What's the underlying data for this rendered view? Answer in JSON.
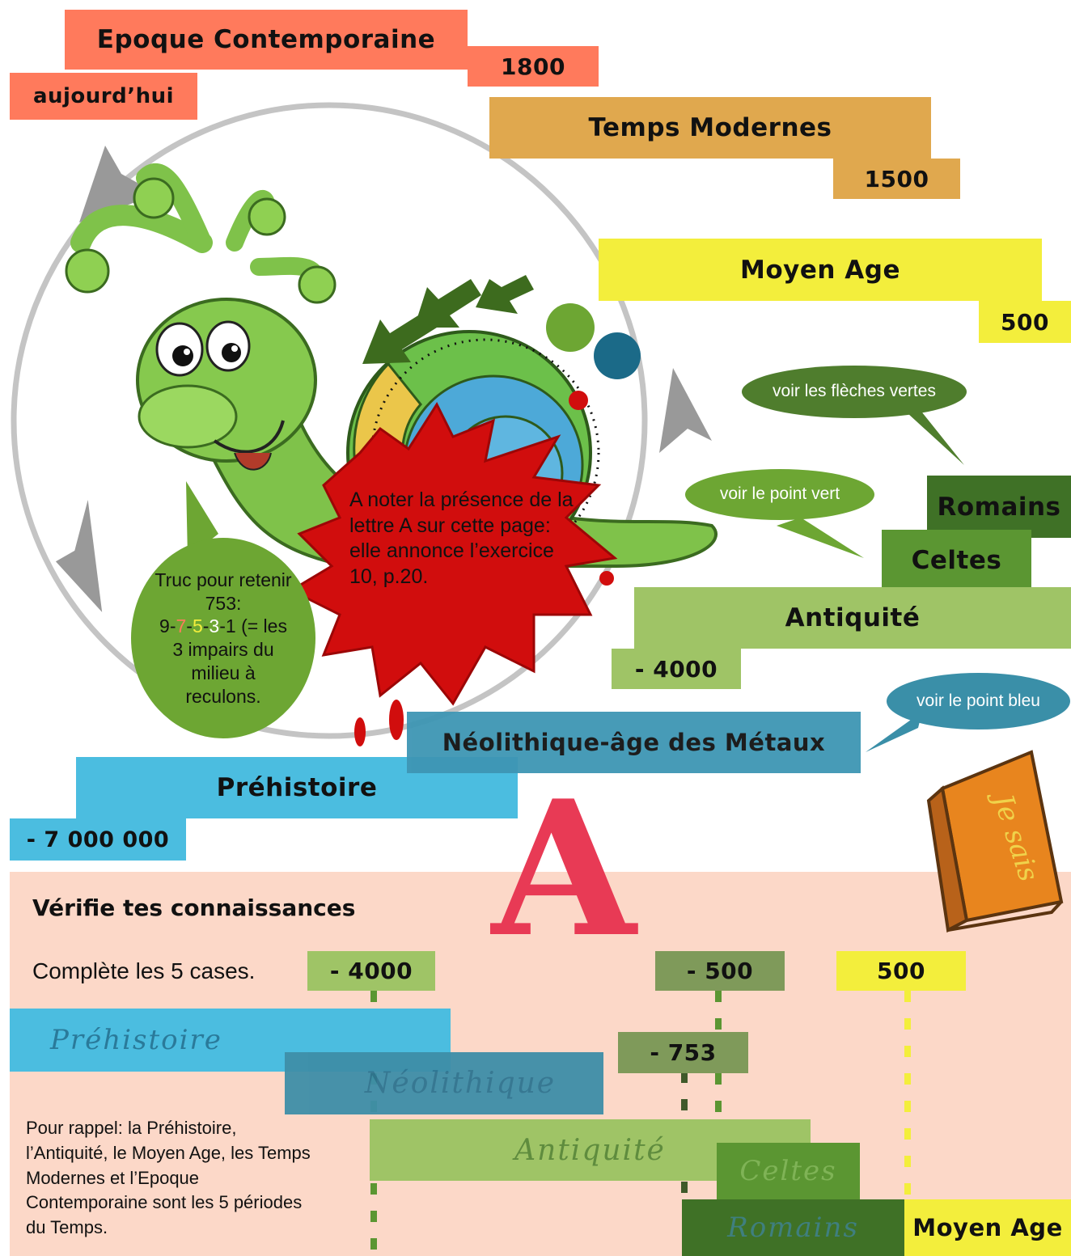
{
  "colors": {
    "contemporaine": "#ff7a5c",
    "modernes": "#e0a84e",
    "moyen_age": "#f3ee3c",
    "antiquite": "#9fc466",
    "celtes": "#5b9632",
    "romains": "#3f7126",
    "neolithique": "#3e96b4",
    "prehistoire": "#4bbde0",
    "bubble_green": "#4f7d2d",
    "bubble_light": "#6da633",
    "bubble_blue": "#3a8fa8",
    "exercise_bg": "#fcd8c8",
    "letter_a": "#e83a55",
    "splat": "#d10d0d"
  },
  "timeline": {
    "epoque_contemporaine": "Epoque Contemporaine",
    "date_1800": "1800",
    "aujourdhui": "aujourd’hui",
    "temps_modernes": "Temps Modernes",
    "date_1500": "1500",
    "moyen_age": "Moyen Age",
    "date_500": "500",
    "romains": "Romains",
    "celtes": "Celtes",
    "antiquite": "Antiquité",
    "date_minus_4000": "- 4000",
    "neolithique": "Néolithique-âge des Métaux",
    "prehistoire": "Préhistoire",
    "date_minus_7000000": "- 7 000 000"
  },
  "bubbles": {
    "fleches_vertes": "voir les flèches vertes",
    "point_vert": "voir le point vert",
    "point_bleu": "voir le point bleu",
    "truc_line1": "Truc pour retenir 753:",
    "truc_seq": [
      "9",
      "-",
      "7",
      "-",
      "5",
      "-",
      "3",
      "-",
      "1"
    ],
    "truc_line3": " (= les 3 impairs du milieu à reculons."
  },
  "splat_note": "A noter la présence de la lettre A sur cette page: elle annonce l’exercice 10, p.20.",
  "book_label": "Je sais",
  "exercise": {
    "big_letter": "A",
    "title": "Vérifie tes connaissances",
    "instruction": "Complète les 5 cases.",
    "box_minus_4000": "- 4000",
    "box_minus_500": "- 500",
    "box_500": "500",
    "box_minus_753": "- 753",
    "answer_prehistoire": "Préhistoire",
    "answer_neolithique": "Néolithique",
    "answer_antiquite": "Antiquité",
    "answer_celtes": "Celtes",
    "answer_romains": "Romains",
    "moyen_age": "Moyen Age",
    "reminder": "Pour rappel: la Préhistoire, l’Antiquité, le Moyen Age, les Temps Modernes et l’Epoque Contemporaine sont les 5 périodes du Temps."
  }
}
